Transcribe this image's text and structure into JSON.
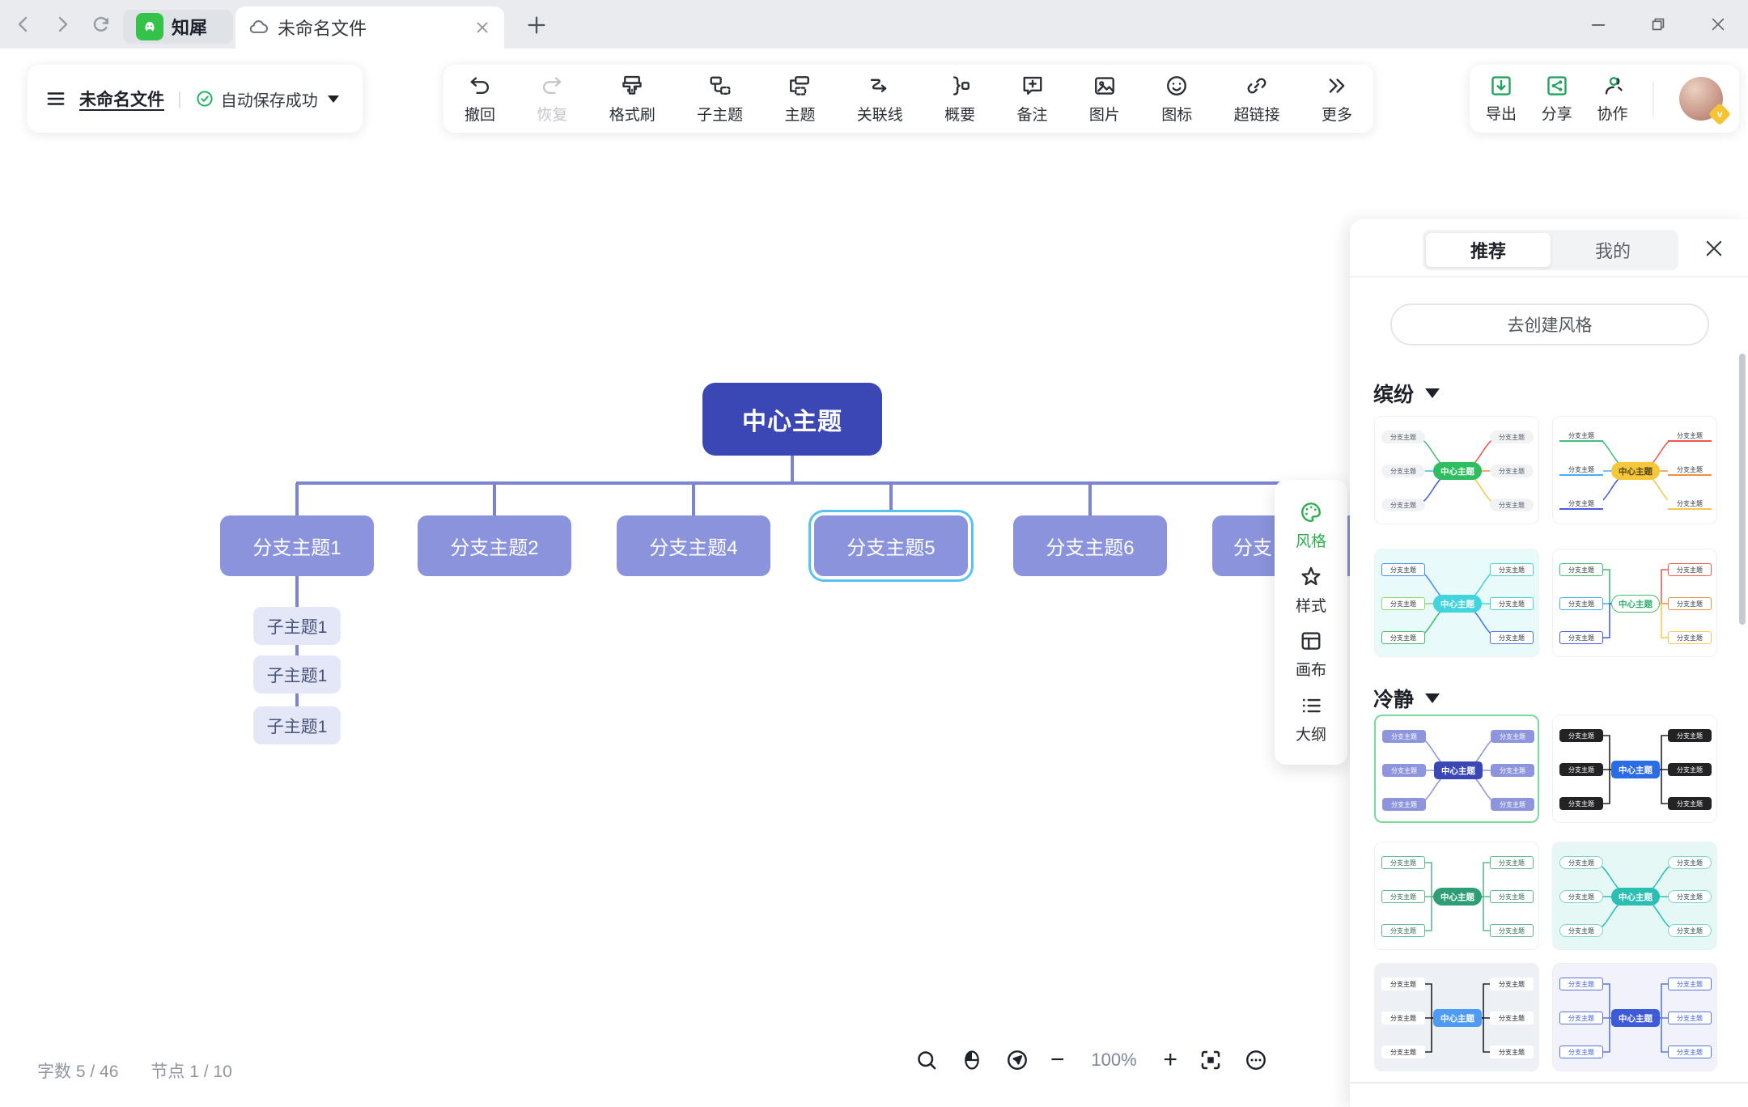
{
  "window": {
    "nav": [
      {
        "name": "back",
        "icon": "arrow-left"
      },
      {
        "name": "forward",
        "icon": "arrow-right"
      },
      {
        "name": "reload",
        "icon": "reload"
      }
    ],
    "tabs": [
      {
        "label": "知犀",
        "icon": "rhino-logo",
        "pinned": true
      },
      {
        "label": "未命名文件",
        "icon": "cloud",
        "active": true,
        "closable": true
      }
    ],
    "controls": [
      "minimize",
      "restore",
      "close"
    ]
  },
  "header": {
    "doc_title": "未命名文件",
    "autosave_status": "自动保存成功",
    "toolbar": [
      {
        "label": "撤回",
        "icon": "undo"
      },
      {
        "label": "恢复",
        "icon": "redo",
        "disabled": true
      },
      {
        "label": "格式刷",
        "icon": "format-brush"
      },
      {
        "label": "子主题",
        "icon": "subtopic"
      },
      {
        "label": "主题",
        "icon": "topic"
      },
      {
        "label": "关联线",
        "icon": "relation-line"
      },
      {
        "label": "概要",
        "icon": "summary"
      },
      {
        "label": "备注",
        "icon": "note"
      },
      {
        "label": "图片",
        "icon": "image"
      },
      {
        "label": "图标",
        "icon": "emoji"
      },
      {
        "label": "超链接",
        "icon": "hyperlink"
      },
      {
        "label": "更多",
        "icon": "more"
      }
    ],
    "actions": [
      {
        "label": "导出",
        "icon": "export"
      },
      {
        "label": "分享",
        "icon": "share"
      },
      {
        "label": "协作",
        "icon": "collaborate"
      }
    ]
  },
  "canvas": {
    "center": {
      "label": "中心主题",
      "bg": "#3A47B4"
    },
    "branch_bg": "#8A93DB",
    "line_color": "#7A84D0",
    "selected_outline": "#56C2F2",
    "subtopic_bg": "#E4E7F8",
    "branches": [
      {
        "label": "分支主题1"
      },
      {
        "label": "分支主题2"
      },
      {
        "label": "分支主题4"
      },
      {
        "label": "分支主题5",
        "selected": true
      },
      {
        "label": "分支主题6"
      },
      {
        "label": "分支",
        "partial": true
      }
    ],
    "subtopics": [
      {
        "label": "子主题1"
      },
      {
        "label": "子主题1"
      },
      {
        "label": "子主题1"
      }
    ]
  },
  "side_tools": [
    {
      "label": "风格",
      "icon": "palette",
      "active": true
    },
    {
      "label": "样式",
      "icon": "magic-star"
    },
    {
      "label": "画布",
      "icon": "canvas-frame"
    },
    {
      "label": "大纲",
      "icon": "outline-list"
    }
  ],
  "style_panel": {
    "tabs": [
      {
        "label": "推荐",
        "active": true
      },
      {
        "label": "我的"
      }
    ],
    "close_icon": "close-x",
    "create_button": "去创建风格",
    "preview": {
      "center_label": "中心主题",
      "branch_label": "分支主题"
    },
    "sections": [
      {
        "title": "缤纷",
        "cards": [
          {
            "bg": "#ffffff",
            "center": {
              "bg": "#2EBE5F",
              "color": "#ffffff",
              "shape": "pill"
            },
            "branches": {
              "variant": "gray-pill"
            },
            "lines": {
              "style": "curve",
              "colors": [
                "#47BE79",
                "#45AFF5",
                "#4A5BE8",
                "#F0584C",
                "#F0913F",
                "#F5C84F"
              ]
            }
          },
          {
            "bg": "#ffffff",
            "center": {
              "bg": "#F6C73B",
              "color": "#564312",
              "shape": "pill"
            },
            "branches": {
              "variant": "underline"
            },
            "lines": {
              "style": "curve",
              "colors": [
                "#47BE79",
                "#45AFF5",
                "#4A5BE8",
                "#F0584C",
                "#F0913F",
                "#F5C84F"
              ]
            }
          },
          {
            "bg": "#E9FAFB",
            "center": {
              "bg": "#41D3DE",
              "color": "#ffffff",
              "shape": "pill"
            },
            "branches": {
              "variant": "outline"
            },
            "lines": {
              "style": "curve",
              "colors": [
                "#4A90E8",
                "#8FD46B",
                "#3CBE6E",
                "#45D3D3",
                "#45D3D3",
                "#4A74E8"
              ]
            }
          },
          {
            "bg": "#ffffff",
            "center": {
              "bg": "#ffffff",
              "color": "#2EAE6E",
              "border": "#3CBE6E",
              "shape": "pill"
            },
            "branches": {
              "variant": "outline"
            },
            "lines": {
              "style": "elbow",
              "colors": [
                "#3CBE6E",
                "#45AFF5",
                "#4A5BE8",
                "#F0584C",
                "#F0913F",
                "#F5C84F"
              ]
            }
          }
        ]
      },
      {
        "title": "冷静",
        "cards": [
          {
            "bg": "#ffffff",
            "selected": true,
            "center": {
              "bg": "#3A47B4",
              "color": "#ffffff",
              "shape": "rect"
            },
            "branches": {
              "variant": "solid",
              "bg": "#8D96DC",
              "color": "#ffffff"
            },
            "lines": {
              "style": "curve",
              "colors": [
                "#8D96DC"
              ]
            }
          },
          {
            "bg": "#ffffff",
            "center": {
              "bg": "#2B6BE6",
              "color": "#ffffff",
              "shape": "rect"
            },
            "branches": {
              "variant": "solid",
              "bg": "#232326",
              "color": "#ffffff"
            },
            "lines": {
              "style": "elbow",
              "colors": [
                "#232326"
              ]
            }
          },
          {
            "bg": "#ffffff",
            "center": {
              "bg": "#2E9E77",
              "color": "#ffffff",
              "shape": "pill"
            },
            "branches": {
              "variant": "outline",
              "color": "#2F6A4F",
              "colors": [
                "#5BB88F"
              ]
            },
            "lines": {
              "style": "elbow",
              "colors": [
                "#5BB88F"
              ]
            }
          },
          {
            "bg": "#E6F8F6",
            "center": {
              "bg": "#2BBFB3",
              "color": "#ffffff",
              "shape": "pill"
            },
            "branches": {
              "variant": "outline-pill",
              "color": "#2A4747",
              "colors": [
                "#7ED3C9"
              ]
            },
            "lines": {
              "style": "curve",
              "colors": [
                "#2BBFB3"
              ]
            }
          },
          {
            "bg": "#EDF1F5",
            "center": {
              "bg": "#4D9BF5",
              "color": "#ffffff",
              "shape": "rect"
            },
            "branches": {
              "variant": "white-box",
              "bg": "#ffffff",
              "color": "#1D2129"
            },
            "lines": {
              "style": "elbow",
              "colors": [
                "#232326"
              ]
            }
          },
          {
            "bg": "#F1F2FA",
            "center": {
              "bg": "#3D5BD9",
              "color": "#ffffff",
              "shape": "rect"
            },
            "branches": {
              "variant": "outline",
              "color": "#3D5BD9",
              "colors": [
                "#5B77DB"
              ]
            },
            "lines": {
              "style": "elbow",
              "colors": [
                "#5B77DB"
              ]
            }
          }
        ]
      }
    ]
  },
  "status_bar": {
    "word_count": "字数 5 / 46",
    "node_count": "节点 1 / 10"
  },
  "zoom_controls": {
    "icons": [
      "search",
      "mouse",
      "locate",
      "minus",
      "plus",
      "fit-screen",
      "more-circle"
    ],
    "zoom_level": "100%"
  },
  "accent": {
    "green": "#2EAE4E",
    "logo_green": "#35C24A"
  }
}
